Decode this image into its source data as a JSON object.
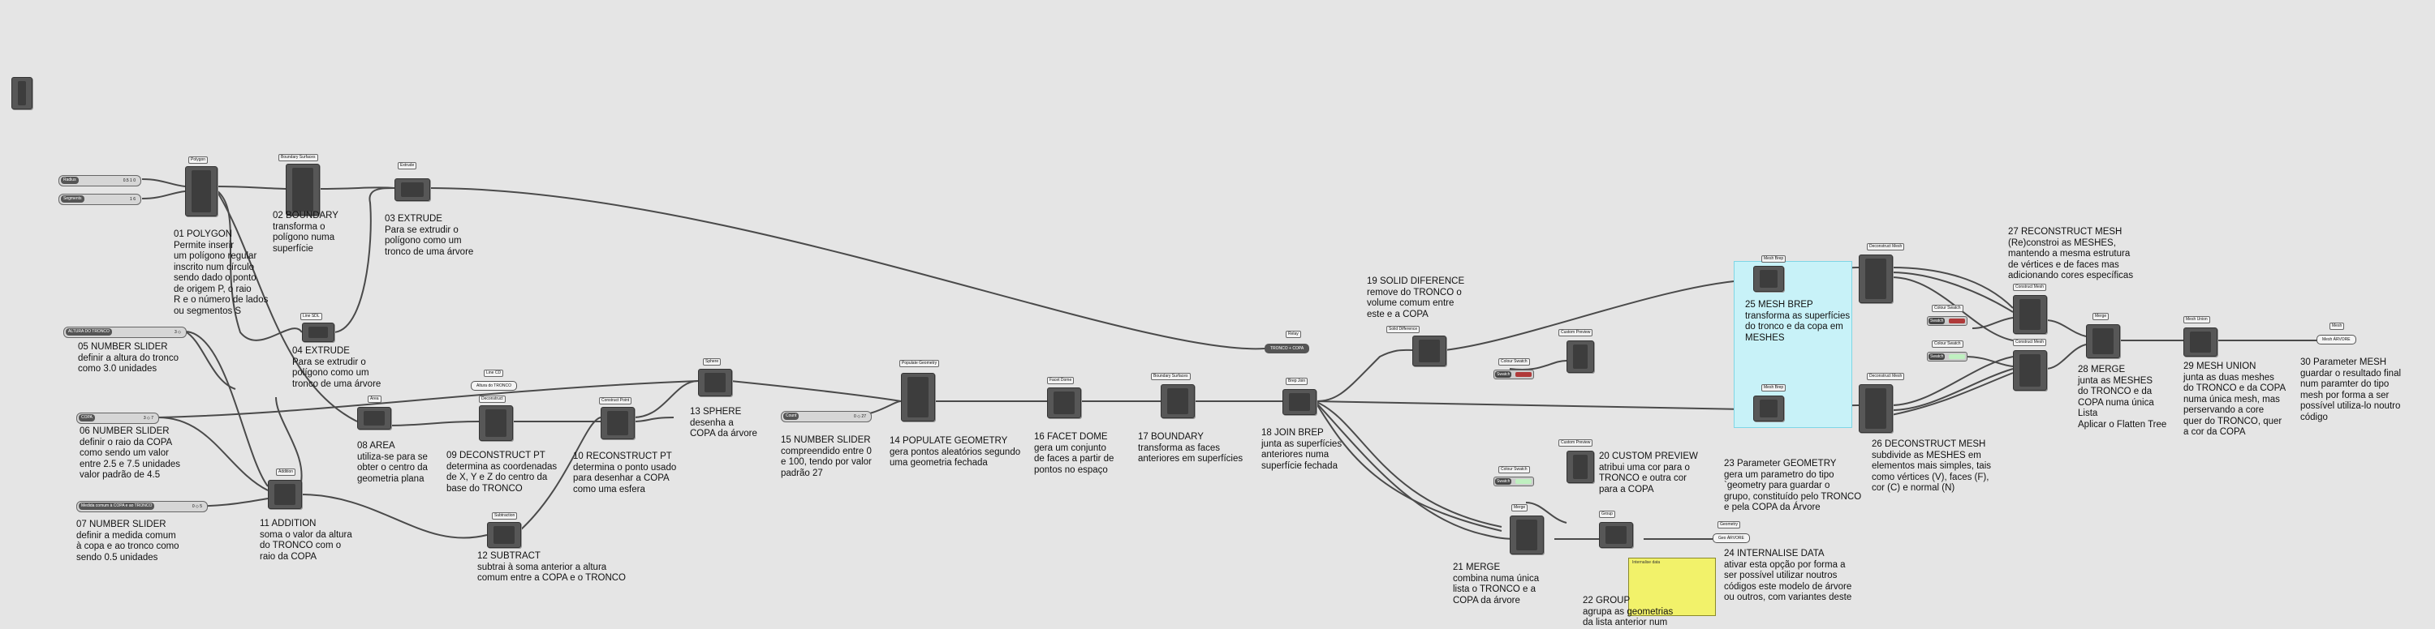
{
  "colors": {
    "canvas": "#e5e5e5",
    "component": "#575757",
    "wire": "#4a4a4a",
    "group": "#c8f2f8",
    "panel": "#f2f26a",
    "swatch_red": "#b03a3a",
    "swatch_green": "#bff0c0"
  },
  "components": {
    "polygon": "Polygon",
    "boundary1": "Boundary Surfaces",
    "extrude1": "Extrude",
    "extrude2": "Line SDL",
    "area": "Area",
    "deconstruct": "Deconstruct",
    "construct": "Construct Point",
    "sphere": "Sphere",
    "addition": "Addition",
    "subtract": "Subtraction",
    "line_cd": "Line CD",
    "populate": "Populate Geometry",
    "facet": "Facet Dome",
    "boundary2": "Boundary Surfaces",
    "join": "Brep Join",
    "solid_diff": "Solid Difference",
    "custom_preview1": "Custom Preview",
    "custom_preview2": "Custom Preview",
    "colour1": "Colour Swatch",
    "colour2": "Colour Swatch",
    "colour3": "Colour Swatch",
    "colour4": "Colour Swatch",
    "mesh_brep1": "Mesh Brep",
    "mesh_brep2": "Mesh Brep",
    "decon_mesh1": "Deconstruct Mesh",
    "decon_mesh2": "Deconstruct Mesh",
    "const_mesh1": "Construct Mesh",
    "const_mesh2": "Construct Mesh",
    "merge1": "Merge",
    "mesh_union": "Mesh Union",
    "mesh": "Mesh",
    "merge2": "Merge",
    "group": "Group",
    "geometry": "Geometry"
  },
  "sliders": {
    "radius": {
      "label": "Radius",
      "value": "0.5 1 0"
    },
    "segments": {
      "label": "Segments",
      "value": "1 6"
    },
    "altura": {
      "label": "ALTURA DO TRONCO",
      "value": "3 ◇"
    },
    "copa": {
      "label": "COPA",
      "value": "3 ◇ 7"
    },
    "medida": {
      "label": "Medida comum à COPA e ao TRONCO",
      "value": "0 ◇ 5"
    },
    "count": {
      "label": "Count",
      "value": "0 ◇ 27"
    }
  },
  "swatches": {
    "s1": "Swatch",
    "s2": "Swatch",
    "s3": "Swatch",
    "s4": "Swatch"
  },
  "params": {
    "altura_tronco": "Altura do TRONCO",
    "tronco_copa": "TRONCO + COPA",
    "mesh_arvore": "Mesh ÁRVORE",
    "geo_arvore": "Geo ÁRVORE"
  },
  "panel_text": "Internalise data",
  "notes": {
    "n01": [
      "01 POLYGON",
      "Permite inserir",
      "um polígono regular",
      "inscrito num círculo",
      "sendo dado o ponto",
      "de origem P, o raio",
      "R e o número de lados",
      "ou segmentos S"
    ],
    "n02": [
      "02 BOUNDARY",
      "transforma o",
      "polígono numa",
      "superfície"
    ],
    "n03": [
      "03 EXTRUDE",
      "Para se extrudir o",
      "polígono como um",
      "tronco de uma árvore"
    ],
    "n04": [
      "04 EXTRUDE",
      "Para se extrudir o",
      "polígono como um",
      "tronco de uma árvore"
    ],
    "n05": [
      "05 NUMBER SLIDER",
      "definir a altura do tronco",
      "como 3.0 unidades"
    ],
    "n06": [
      "06 NUMBER SLIDER",
      "definir o raio da COPA",
      "como sendo um valor",
      "entre 2.5 e 7.5 unidades",
      "valor padrão de 4.5"
    ],
    "n07": [
      "07 NUMBER SLIDER",
      "definir a medida comum",
      "à copa e ao tronco como",
      "sendo 0.5 unidades"
    ],
    "n08": [
      "08 AREA",
      "utiliza-se para se",
      "obter o centro da",
      "geometria plana"
    ],
    "n09": [
      "09 DECONSTRUCT PT",
      "determina as coordenadas",
      "de X, Y e Z do centro da",
      "base do TRONCO"
    ],
    "n10": [
      "10 RECONSTRUCT PT",
      "determina o ponto usado",
      "para desenhar a COPA",
      "como uma esfera"
    ],
    "n11": [
      "11 ADDITION",
      "soma o valor da altura",
      "do TRONCO com o",
      "raio da COPA"
    ],
    "n12": [
      "12 SUBTRACT",
      "subtrai à soma anterior a altura",
      "comum entre a COPA e o TRONCO"
    ],
    "n13": [
      "13 SPHERE",
      "desenha a",
      "COPA da árvore"
    ],
    "n14": [
      "14 POPULATE GEOMETRY",
      "gera pontos aleatórios segundo",
      "uma geometria fechada"
    ],
    "n15": [
      "15 NUMBER SLIDER",
      "compreendido entre 0",
      "e 100, tendo por valor",
      "padrão 27"
    ],
    "n16": [
      "16 FACET DOME",
      "gera um conjunto",
      "de faces a partir de",
      "pontos no espaço"
    ],
    "n17": [
      "17 BOUNDARY",
      "transforma as faces",
      "anteriores em superfícies"
    ],
    "n18": [
      "18 JOIN BREP",
      "junta as superfícies",
      "anteriores numa",
      "superfície fechada"
    ],
    "n19": [
      "19 SOLID DIFERENCE",
      "remove do TRONCO o",
      "volume comum entre",
      "este e a COPA"
    ],
    "n20": [
      "20 CUSTOM PREVIEW",
      "atribui uma cor para o",
      "TRONCO e outra cor",
      "para a COPA"
    ],
    "n21": [
      "21 MERGE",
      "combina numa única",
      "lista o TRONCO e a",
      "COPA da árvore"
    ],
    "n22": [
      "22 GROUP",
      "agrupa as geometrias",
      "da lista anterior num"
    ],
    "n23": [
      "23 Parameter GEOMETRY",
      "gera um parametro do tipo",
      "`geometry para guardar o",
      "grupo, constituído pelo TRONCO",
      "e pela COPA da Árvore"
    ],
    "n24": [
      "24 INTERNALISE DATA",
      "ativar esta opção por forma a",
      "ser possível utilizar noutros",
      "códigos este modelo de árvore",
      "ou outros, com variantes deste"
    ],
    "n25": [
      "25 MESH BREP",
      "transforma as superfícies",
      "do tronco e da copa em",
      "MESHES"
    ],
    "n26": [
      "26 DECONSTRUCT MESH",
      "subdivide as MESHES em",
      "elementos mais simples, tais",
      "como vértices (V), faces (F),",
      "cor (C) e normal (N)"
    ],
    "n27": [
      "27 RECONSTRUCT MESH",
      "(Re)constroi as MESHES,",
      "mantendo a mesma estrutura",
      "de vértices e de faces mas",
      "adicionando cores específicas"
    ],
    "n28": [
      "28 MERGE",
      "junta as MESHES",
      "do TRONCO e da",
      "COPA numa única",
      "Lista",
      "Aplicar o Flatten Tree"
    ],
    "n29": [
      "29 MESH UNION",
      "junta as duas meshes",
      "do TRONCO e da COPA",
      "numa única mesh, mas",
      "perservando a core",
      "quer do TRONCO, quer",
      "a cor da COPA"
    ],
    "n30": [
      "30 Parameter MESH",
      "guardar o resultado final",
      "num paramter do tipo",
      "mesh por forma a ser",
      "possível utiliza-lo noutro",
      "código"
    ]
  }
}
